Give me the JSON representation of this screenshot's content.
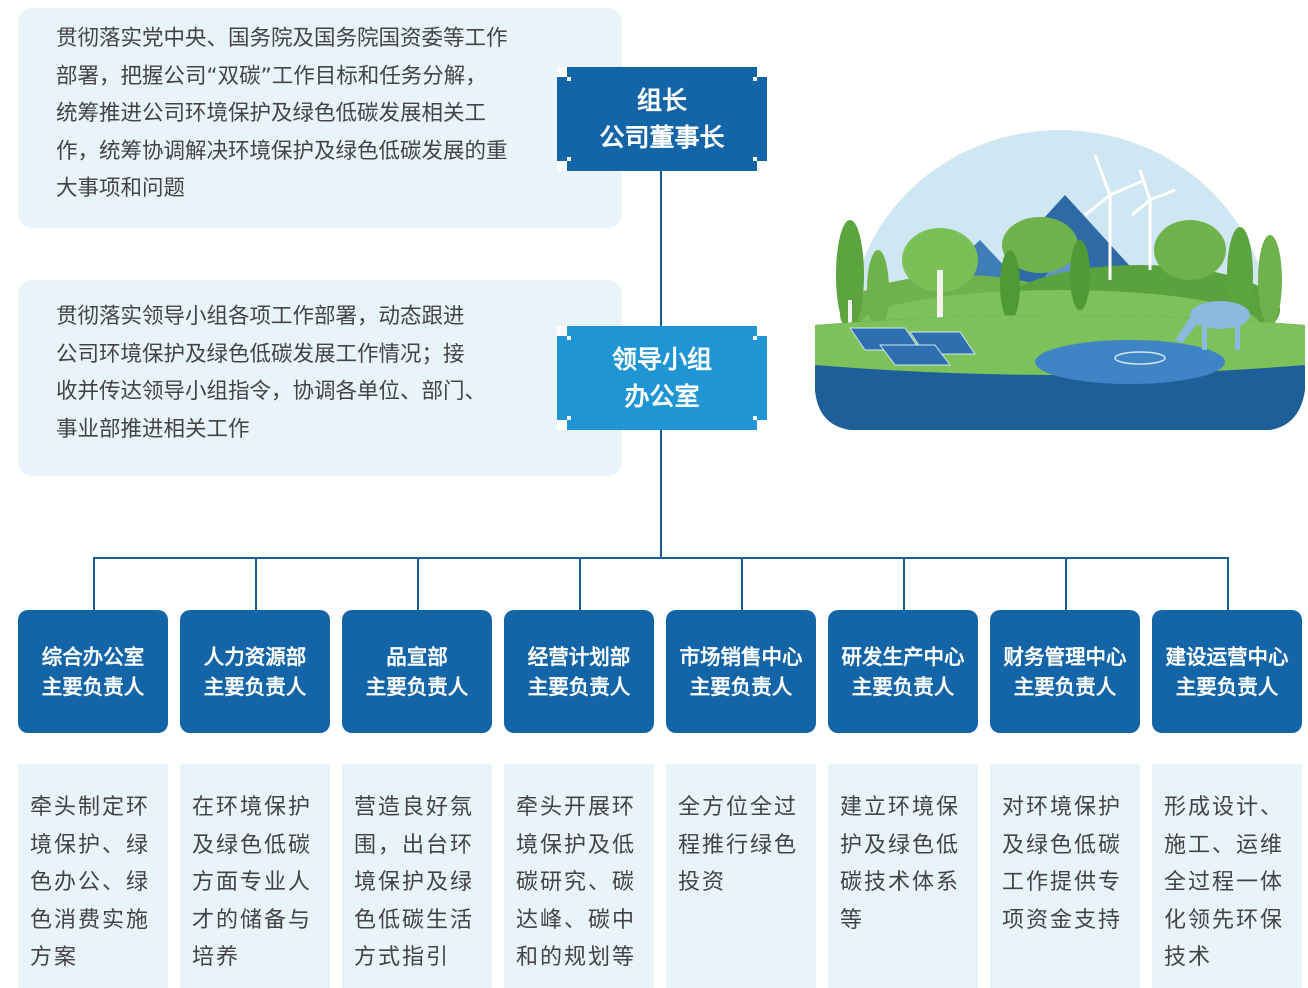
{
  "top_description": "贯彻落实党中央、国务院及国务院国资委等工作部署，把握公司“双碳”工作目标和任务分解，统筹推进公司环境保护及绿色低碳发展相关工作，统筹协调解决环境保护及绿色低碳发展的重大事项和问题",
  "top_description_lines": [
    "贯彻落实党中央、国务院及国务院国资委等工作",
    "部署，把握公司“双碳”工作目标和任务分解，",
    "统筹推进公司环境保护及绿色低碳发展相关工",
    "作，统筹协调解决环境保护及绿色低碳发展的重",
    "大事项和问题"
  ],
  "mid_description_lines": [
    "贯彻落实领导小组各项工作部署，动态跟进",
    "公司环境保护及绿色低碳发展工作情况；接",
    "收并传达领导小组指令，协调各单位、部门、",
    "事业部推进相关工作"
  ],
  "leader": {
    "line1": "组长",
    "line2": "公司董事长"
  },
  "office": {
    "line1": "领导小组",
    "line2": "办公室"
  },
  "departments": [
    {
      "name": "综合办公室",
      "role": "主要负责人",
      "duty_lines": [
        "牵头制定环",
        "境保护、绿",
        "色办公、绿",
        "色消费实施",
        "方案"
      ]
    },
    {
      "name": "人力资源部",
      "role": "主要负责人",
      "duty_lines": [
        "在环境保护",
        "及绿色低碳",
        "方面专业人",
        "才的储备与",
        "培养"
      ]
    },
    {
      "name": "品宣部",
      "role": "主要负责人",
      "duty_lines": [
        "营造良好氛",
        "围，出台环",
        "境保护及绿",
        "色低碳生活",
        "方式指引"
      ]
    },
    {
      "name": "经营计划部",
      "role": "主要负责人",
      "duty_lines": [
        "牵头开展环",
        "境保护及低",
        "碳研究、碳",
        "达峰、碳中",
        "和的规划等"
      ]
    },
    {
      "name": "市场销售中心",
      "role": "主要负责人",
      "duty_lines": [
        "全方位全过",
        "程推行绿色",
        "投资"
      ]
    },
    {
      "name": "研发生产中心",
      "role": "主要负责人",
      "duty_lines": [
        "建立环境保",
        "护及绿色低",
        "碳技术体系",
        "等"
      ]
    },
    {
      "name": "财务管理中心",
      "role": "主要负责人",
      "duty_lines": [
        "对环境保护",
        "及绿色低碳",
        "工作提供专",
        "项资金支持"
      ]
    },
    {
      "name": "建设运营中心",
      "role": "主要负责人",
      "duty_lines": [
        "形成设计、",
        "施工、运维",
        "全过程一体",
        "化领先环保",
        "技术"
      ]
    }
  ],
  "colors": {
    "dark_blue": "#1465a8",
    "light_blue": "#1f95d4",
    "pale_bg": "#e9f3fa",
    "line": "#1b5e96",
    "text": "#444444"
  },
  "illustration": "eco-landscape-illustration"
}
